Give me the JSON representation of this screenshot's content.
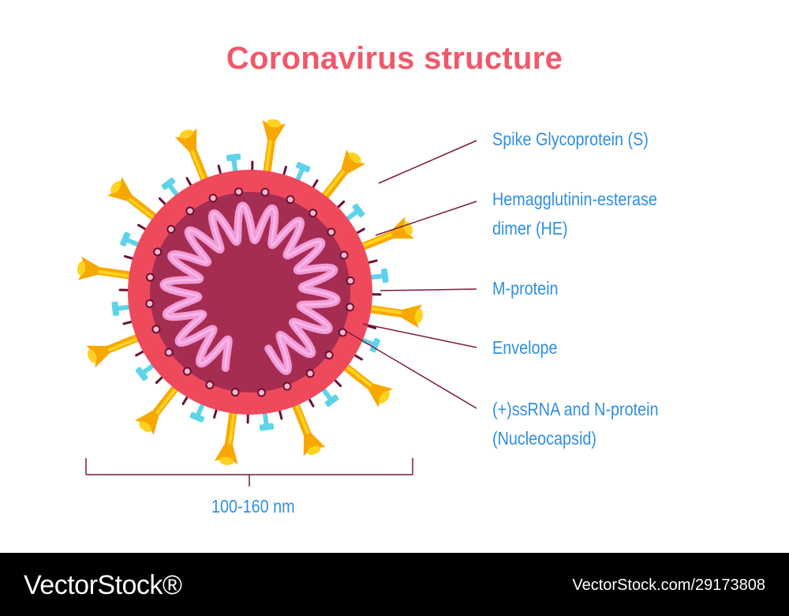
{
  "title": "Coronavirus structure",
  "labels": {
    "spike": "Spike Glycoprotein (S)",
    "he_line1": "Hemagglutinin-esterase",
    "he_line2": "dimer (HE)",
    "m_protein": "M-protein",
    "envelope": "Envelope",
    "rna_line1": "(+)ssRNA and N-protein",
    "rna_line2": "(Nucleocapsid)"
  },
  "scale": "100-160 nm",
  "footer": {
    "brand": "VectorStock®",
    "image_id": "VectorStock.com/29173808"
  },
  "colors": {
    "title": "#f0596a",
    "label": "#2f8fe0",
    "envelope": "#ef4a5c",
    "core": "#a52d52",
    "rna": "#f39ad8",
    "spike_yellow": "#ffd21f",
    "spike_orange": "#f7a800",
    "he_cyan": "#5fd3e8",
    "m_protein": "#6a1038",
    "leader_line": "#7a1a40"
  },
  "icons": [
    "vectorstock-logo"
  ]
}
